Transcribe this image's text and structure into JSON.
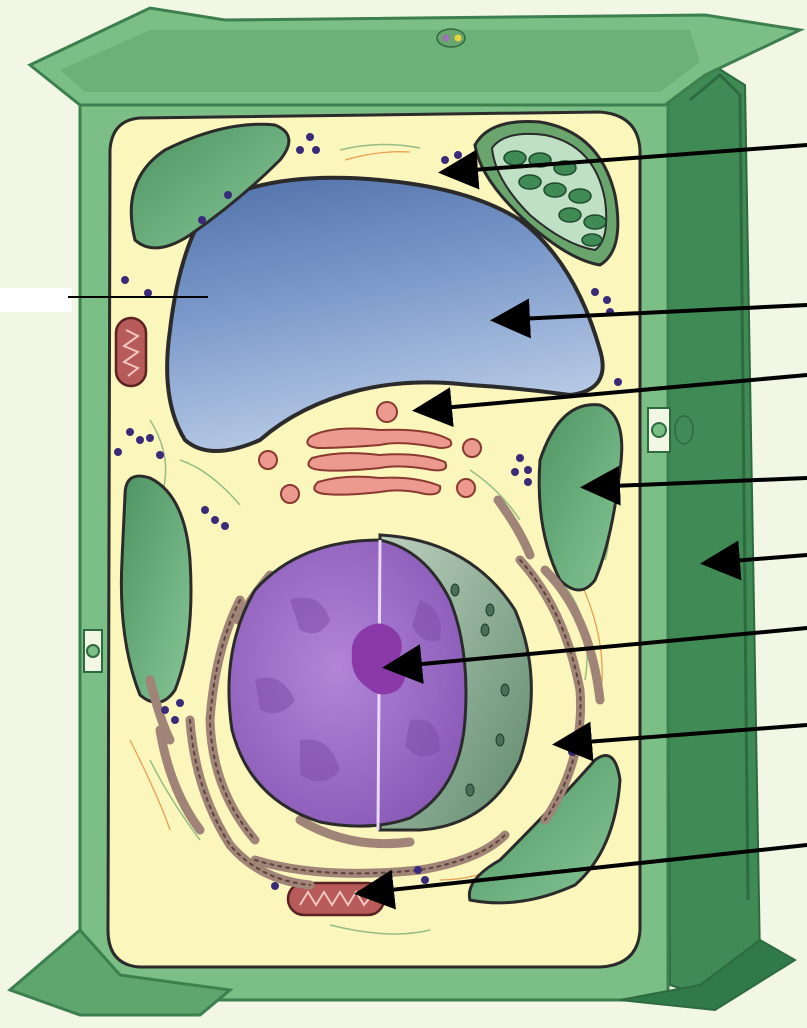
{
  "diagram": {
    "subject": "plant-cell",
    "labels": [],
    "colors": {
      "background": "#f1f7e4",
      "cell_wall": "#7cbf86",
      "cell_wall_dark": "#3f8a55",
      "cytoplasm": "#fbf6bb",
      "vacuole": "#6f8fc0",
      "nucleus": "#a070c8",
      "nucleolus": "#8a3aa8",
      "chloroplast": "#63a874",
      "mitochondrion": "#b75a5a",
      "golgi": "#ec9a90",
      "er": "#a08478",
      "arrow": "#000000"
    },
    "pointers": [
      {
        "name": "ribosome-pointer"
      },
      {
        "name": "vacuole-pointer"
      },
      {
        "name": "cytoplasm-pointer"
      },
      {
        "name": "chloroplast-pointer"
      },
      {
        "name": "cell-wall-pointer"
      },
      {
        "name": "nucleolus-pointer"
      },
      {
        "name": "rough-er-pointer"
      },
      {
        "name": "mitochondrion-pointer"
      }
    ]
  }
}
